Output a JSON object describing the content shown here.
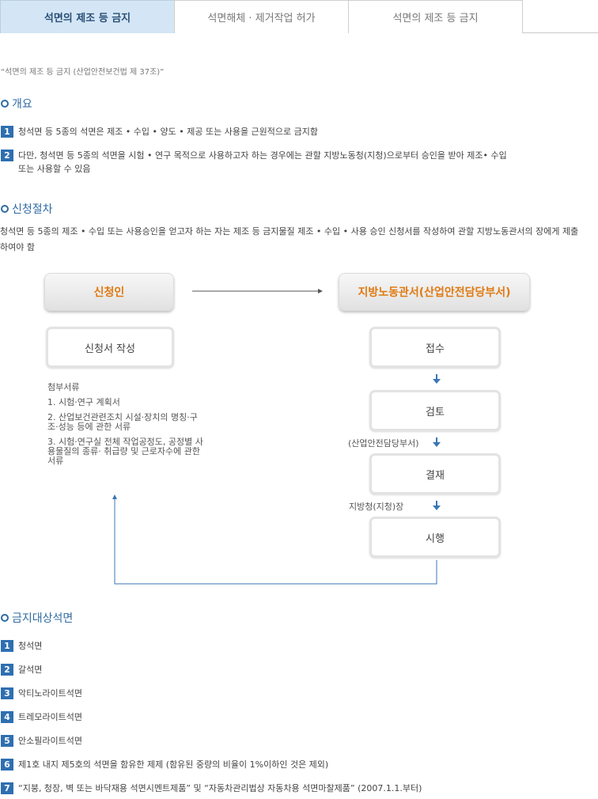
{
  "tabs": [
    {
      "label": "석면의 제조 등 금지"
    },
    {
      "label": "석면해체 · 제거작업 허가"
    },
    {
      "label": "석면의 제조 등 금지"
    }
  ],
  "law_title": "“석면의 제조 등 금지 (산업안전보건법 제 37조)”",
  "overview": {
    "title": "개요",
    "items": [
      {
        "num": "1",
        "text": "청석면 등 5종의 석면은 제조 • 수입 • 양도 • 제공 또는 사용을 근원적으로 금지함"
      },
      {
        "num": "2",
        "text": "다만, 청석면 등 5종의 석면을 시험 • 연구 목적으로 사용하고자 하는 경우에는 관할 지방노동청(지청)으로부터 승인을 받아 제조• 수입\n또는 사용할 수 있음"
      }
    ]
  },
  "procedure": {
    "title": "신청절차",
    "text": "청석면 등 5종의 제조 • 수입 또는 사용승인을 얻고자 하는 자는 제조 등 금지물질 제조 • 수입 • 사용 승인 신청서를 작성하여 관할 지방노동관서의 장에게 제출하여야 함"
  },
  "diagram": {
    "applicant": "신청인",
    "office": "지방노동관서(산업안전담당부서)",
    "write_form": "신청서 작성",
    "attachments_title": "첨부서류",
    "attachments": [
      "1. 시험·연구 계획서",
      "2. 산업보건관련조치 시설·장치의 명칭·구조·성능 등에 관한 서류",
      "3. 시험·연구실 전체 작업공정도, 공정별 사용물질의 종류· 취급량 및 근로자수에 관한 서류"
    ],
    "steps": [
      "접수",
      "검토",
      "결재",
      "시행"
    ],
    "label_review": "(산업안전담당부서)",
    "label_approve": "지방청(지청)장"
  },
  "banned": {
    "title": "금지대상석면",
    "items": [
      {
        "num": "1",
        "text": "청석면"
      },
      {
        "num": "2",
        "text": "갈석면"
      },
      {
        "num": "3",
        "text": "악티노라이트석면"
      },
      {
        "num": "4",
        "text": "트레모라이트석면"
      },
      {
        "num": "5",
        "text": "안소필라이트석면"
      },
      {
        "num": "6",
        "text": "제1호 내지 제5호의 석면을 함유한 제제 (함유된 중량의 비율이 1%이하인 것은 제외)"
      },
      {
        "num": "7",
        "text": "“지붕, 청장, 벽 또는 바닥재용 석면시멘트제품” 및 “자동차관리법상 자동차용 석면마찰제품” (2007.1.1.부터)"
      }
    ]
  },
  "colors": {
    "accent": "#2f6aa3",
    "number_badge": "#2e6fb1",
    "active_tab": "#d4e6f5",
    "head_text": "#e07a12"
  }
}
